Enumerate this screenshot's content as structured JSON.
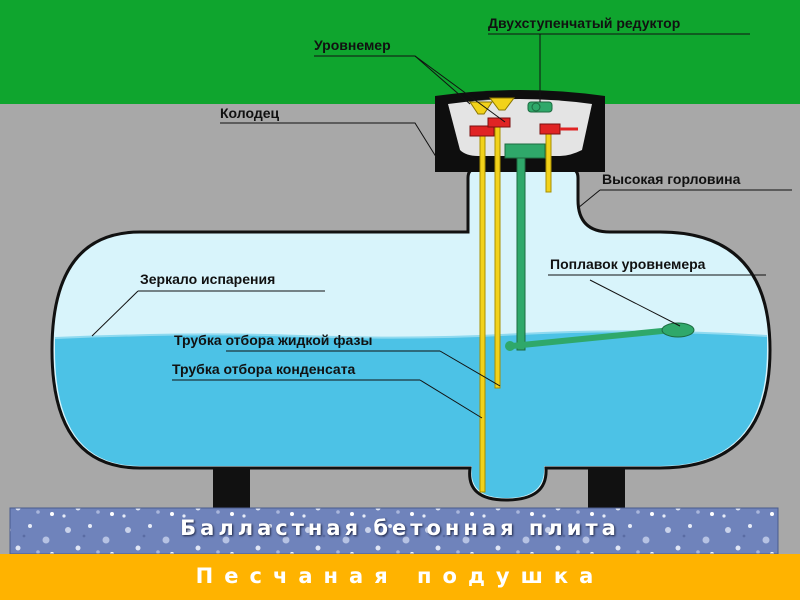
{
  "labels": {
    "reducer": "Двухступенчатый редуктор",
    "level_gauge": "Уровнемер",
    "well": "Колодец",
    "high_neck": "Высокая горловина",
    "evaporation_mirror": "Зеркало испарения",
    "gauge_float": "Поплавок уровнемера",
    "liquid_tube": "Трубка отбора жидкой фазы",
    "condensate_tube": "Трубка отбора конденсата",
    "ballast_slab": "Балластная бетонная плита",
    "sand_cushion": "Песчаная подушка"
  },
  "colors": {
    "grass": "#0fa52e",
    "soil": "#a8a8a8",
    "tank_gas": "#d8f4fb",
    "tank_liquid": "#4cc2e6",
    "pipe_yellow": "#f2d21a",
    "float_green": "#2fa86a",
    "valve_red": "#e02424",
    "sand": "#ffb300",
    "slab": "#6b7fb5"
  }
}
